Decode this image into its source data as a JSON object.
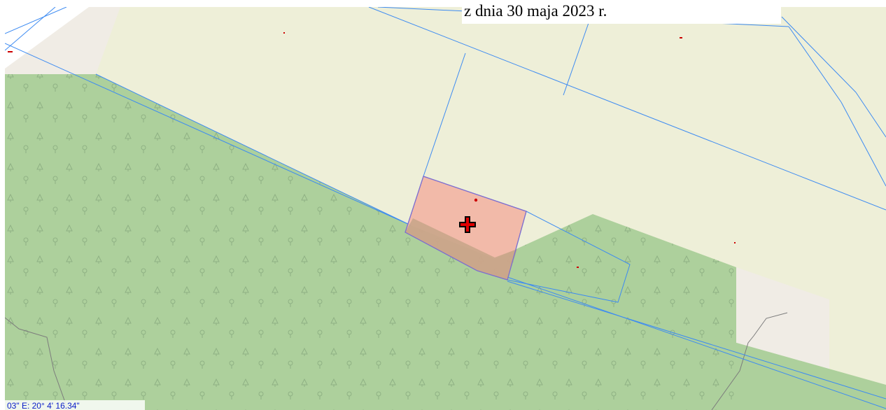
{
  "header": {
    "date_text": "z dnia 30 maja 2023 r."
  },
  "status": {
    "coordinates_text": "03\" E: 20° 4' 16.34\""
  },
  "map": {
    "colors": {
      "field": "#eeefd8",
      "forest": "#add09c",
      "forest_symbol": "#8fb184",
      "urban": "#f0ece5",
      "parcel_line": "#3d8bf2",
      "selected_parcel_fill": "#f2b4a4",
      "selected_parcel_stroke": "#7d6fd0",
      "marker": "#cc0000",
      "road": "#7c7c7c"
    },
    "layers": [
      "land-use",
      "cadastral-parcels",
      "selected-parcel",
      "location-marker"
    ],
    "selected_marker_icon": "red-cross-marker-icon"
  }
}
